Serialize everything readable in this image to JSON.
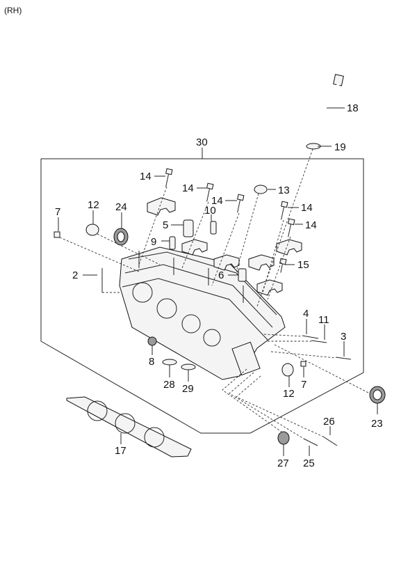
{
  "header": {
    "side_label": "(RH)"
  },
  "callouts": {
    "c30": "30",
    "c18": "18",
    "c19": "19",
    "c14a": "14",
    "c14b": "14",
    "c14c": "14",
    "c14d": "14",
    "c14e": "14",
    "c13": "13",
    "c7a": "7",
    "c12a": "12",
    "c24": "24",
    "c10": "10",
    "c5": "5",
    "c9": "9",
    "c2": "2",
    "c6": "6",
    "c15": "15",
    "c4": "4",
    "c11": "11",
    "c3": "3",
    "c8": "8",
    "c28": "28",
    "c29": "29",
    "c12b": "12",
    "c7b": "7",
    "c23": "23",
    "c26": "26",
    "c27": "27",
    "c25": "25",
    "c17": "17"
  }
}
